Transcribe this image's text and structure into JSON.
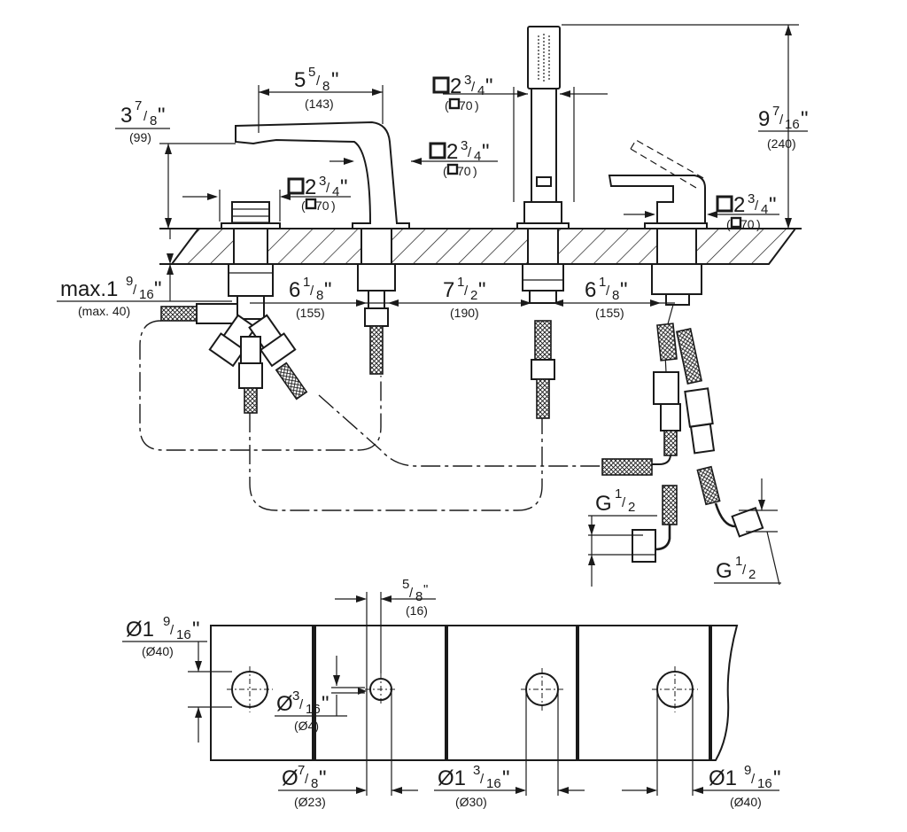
{
  "dimensions": {
    "spout_height": {
      "whole": "3",
      "num": "7",
      "den": "8",
      "unit": "\"",
      "mm": "(99)"
    },
    "spout_reach": {
      "whole": "5",
      "num": "5",
      "den": "8",
      "unit": "\"",
      "mm": "(143)"
    },
    "spout_base": {
      "sq": "2",
      "num": "3",
      "den": "4",
      "unit": "\"",
      "mm": "70"
    },
    "spout_body": {
      "sq": "2",
      "num": "3",
      "den": "4",
      "unit": "\"",
      "mm": "70"
    },
    "shower_base": {
      "sq": "2",
      "num": "3",
      "den": "4",
      "unit": "\"",
      "mm": "70"
    },
    "lever_base": {
      "sq": "2",
      "num": "3",
      "den": "4",
      "unit": "\"",
      "mm": "70"
    },
    "shower_height": {
      "whole": "9",
      "num": "7",
      "den": "16",
      "unit": "\"",
      "mm": "(240)"
    },
    "deck_thickness": {
      "prefix": "max.1",
      "num": "9",
      "den": "16",
      "unit": "\"",
      "mm": "(max. 40)"
    },
    "spacing_1": {
      "whole": "6",
      "num": "1",
      "den": "8",
      "unit": "\"",
      "mm": "(155)"
    },
    "spacing_2": {
      "whole": "7",
      "num": "1",
      "den": "2",
      "unit": "\"",
      "mm": "(190)"
    },
    "spacing_3": {
      "whole": "6",
      "num": "1",
      "den": "8",
      "unit": "\"",
      "mm": "(155)"
    },
    "thread_1": {
      "whole": "G",
      "num": "1",
      "den": "2"
    },
    "thread_2": {
      "whole": "G",
      "num": "1",
      "den": "2"
    },
    "offset": {
      "num": "5",
      "den": "8",
      "unit": "\"",
      "mm": "(16)"
    },
    "hole_large_left": {
      "whole": "Ø1",
      "num": "9",
      "den": "16",
      "unit": "\"",
      "mm": "(Ø40)"
    },
    "hole_small": {
      "whole": "Ø",
      "num": "3",
      "den": "16",
      "unit": "\"",
      "mm": "(Ø4)"
    },
    "hole_medium": {
      "whole": "Ø",
      "num": "7",
      "den": "8",
      "unit": "\"",
      "mm": "(Ø23)"
    },
    "hole_30": {
      "whole": "Ø1",
      "num": "3",
      "den": "16",
      "unit": "\"",
      "mm": "(Ø30)"
    },
    "hole_large_right": {
      "whole": "Ø1",
      "num": "9",
      "den": "16",
      "unit": "\"",
      "mm": "(Ø40)"
    }
  },
  "colors": {
    "ink": "#1a1a1a",
    "paper": "#ffffff"
  }
}
